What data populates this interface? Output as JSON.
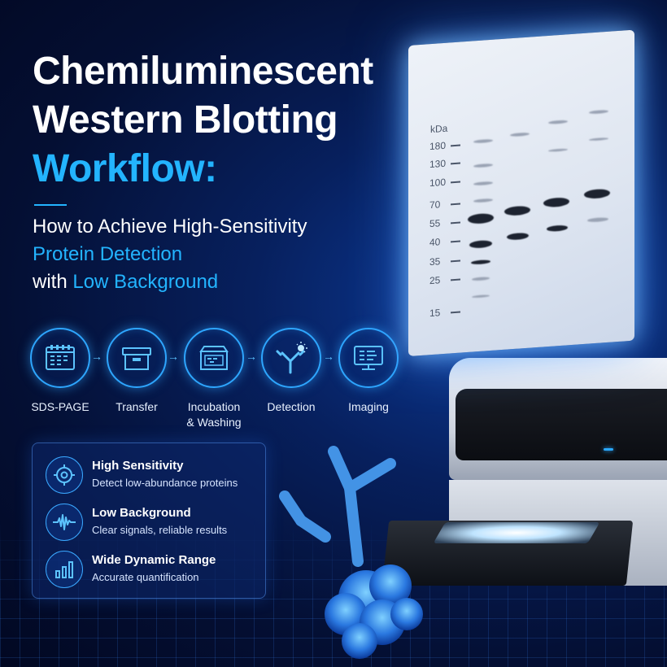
{
  "title": {
    "line1": "Chemiluminescent",
    "line2": "Western Blotting",
    "line3": "Workflow:"
  },
  "subtitle": {
    "line1": "How to Achieve High-Sensitivity",
    "line2": "Protein Detection",
    "line3_prefix": "with ",
    "line3_highlight": "Low Background"
  },
  "workflow": [
    {
      "label": "SDS-PAGE",
      "icon": "gel-icon"
    },
    {
      "label": "Transfer",
      "icon": "transfer-box-icon"
    },
    {
      "label": "Incubation\n& Washing",
      "icon": "incubation-tray-icon"
    },
    {
      "label": "Detection",
      "icon": "antibody-glow-icon"
    },
    {
      "label": "Imaging",
      "icon": "monitor-icon"
    }
  ],
  "features": [
    {
      "title": "High Sensitivity",
      "desc": "Detect low-abundance proteins",
      "icon": "target-icon"
    },
    {
      "title": "Low Background",
      "desc": "Clear signals, reliable results",
      "icon": "waveform-icon"
    },
    {
      "title": "Wide Dynamic Range",
      "desc": "Accurate quantification",
      "icon": "bar-chart-icon"
    }
  ],
  "blot": {
    "unit": "kDa",
    "markers": [
      "180",
      "130",
      "100",
      "70",
      "55",
      "40",
      "35",
      "25",
      "15"
    ]
  },
  "colors": {
    "accent": "#23b4ff",
    "background": "#040f33"
  }
}
